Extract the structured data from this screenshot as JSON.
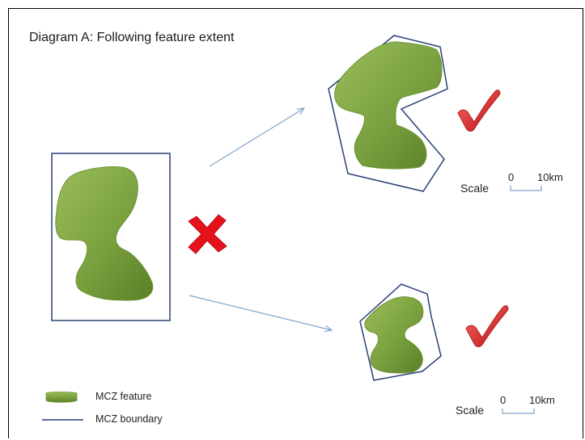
{
  "title": "Diagram A: Following feature extent",
  "scale_top": {
    "label": "Scale",
    "zero": "0",
    "dist": "10km"
  },
  "scale_bottom": {
    "label": "Scale",
    "zero": "0",
    "dist": "10km"
  },
  "legend": {
    "feature_label": "MCZ feature",
    "boundary_label": "MCZ boundary"
  },
  "colors": {
    "feature_fill": "#7aa13f",
    "feature_dark": "#5e8428",
    "boundary": "#2a3f78",
    "arrow": "#7fa3cc",
    "cross": "#e5121b",
    "tick": "#d81a1a"
  }
}
